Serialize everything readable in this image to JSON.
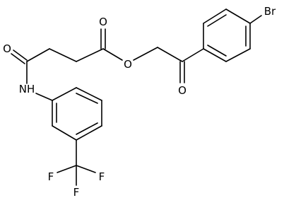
{
  "molecule": {
    "atoms": {
      "o_amide": "O",
      "nh": "NH",
      "o_ester_carbonyl": "O",
      "o_ester": "O",
      "o_ketone": "O",
      "br": "Br",
      "f1": "F",
      "f2": "F",
      "f3": "F"
    }
  }
}
